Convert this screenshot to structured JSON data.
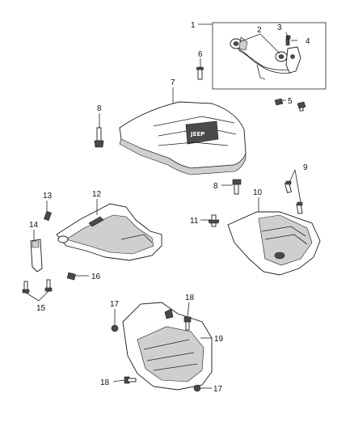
{
  "callouts": [
    {
      "id": "c1",
      "text": "1"
    },
    {
      "id": "c2",
      "text": "2"
    },
    {
      "id": "c3",
      "text": "3"
    },
    {
      "id": "c4",
      "text": "4"
    },
    {
      "id": "c5",
      "text": "5"
    },
    {
      "id": "c6",
      "text": "6"
    },
    {
      "id": "c7",
      "text": "7"
    },
    {
      "id": "c8a",
      "text": "8"
    },
    {
      "id": "c8b",
      "text": "8"
    },
    {
      "id": "c9",
      "text": "9"
    },
    {
      "id": "c10",
      "text": "10"
    },
    {
      "id": "c11",
      "text": "11"
    },
    {
      "id": "c12",
      "text": "12"
    },
    {
      "id": "c13",
      "text": "13"
    },
    {
      "id": "c14",
      "text": "14"
    },
    {
      "id": "c15",
      "text": "15"
    },
    {
      "id": "c16",
      "text": "16"
    },
    {
      "id": "c17a",
      "text": "17"
    },
    {
      "id": "c17b",
      "text": "17"
    },
    {
      "id": "c18a",
      "text": "18"
    },
    {
      "id": "c18b",
      "text": "18"
    },
    {
      "id": "c19",
      "text": "19"
    }
  ],
  "cover_logo": "JEEP"
}
